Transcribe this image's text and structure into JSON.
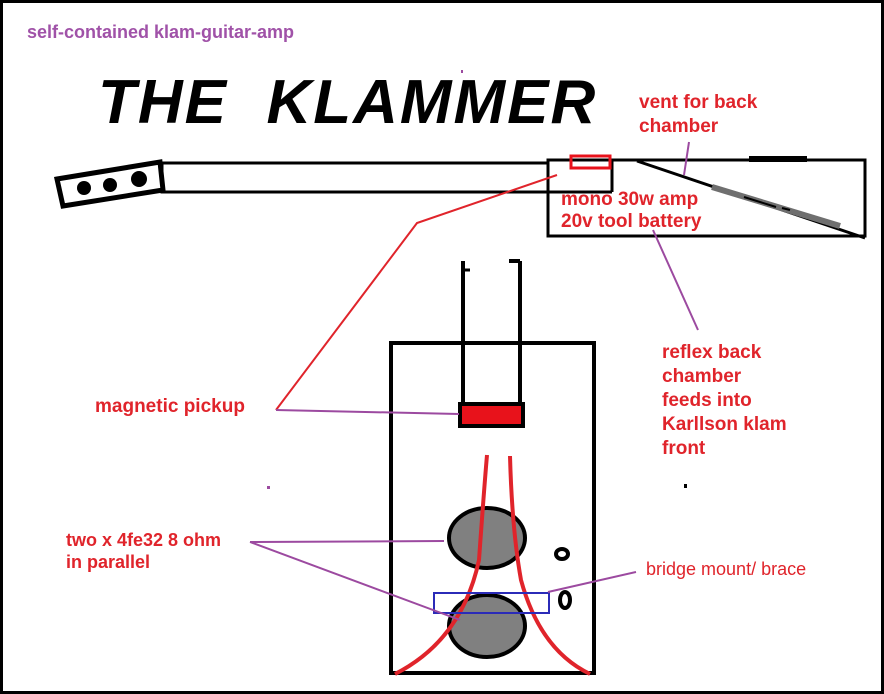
{
  "subtitle": "self-contained klam-guitar-amp",
  "title": "THE  KLAMMER",
  "labels": {
    "vent": "vent for back\nchamber",
    "amp": "mono 30w amp\n20v tool battery",
    "reflex": "reflex back\nchamber\nfeeds into\nKarllson klam\nfront",
    "pickup": "magnetic pickup",
    "speakers": "two x 4fe32 8 ohm\nin parallel",
    "bridge": "bridge mount/ brace"
  },
  "colors": {
    "label_red": "#e0242b",
    "subtitle_purple": "#a052a8",
    "leader_purple": "#9c4aa0",
    "pickup_red": "#e8121b",
    "bracket_blue": "#2b2bb8",
    "speaker_gray": "#808080",
    "bar_gray": "#707070"
  }
}
